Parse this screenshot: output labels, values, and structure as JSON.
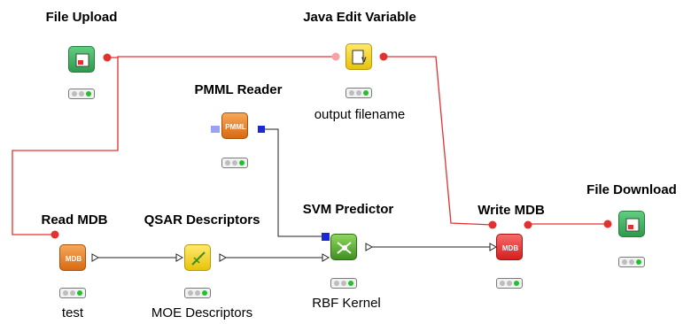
{
  "workflow": {
    "nodes": [
      {
        "id": "file-upload",
        "title": "File Upload",
        "subtitle": "",
        "status": "executed",
        "color": "#3aa85a",
        "icon": "file-upload-icon"
      },
      {
        "id": "java-edit-variable",
        "title": "Java Edit Variable",
        "subtitle": "output filename",
        "status": "executed",
        "color": "#f2d21d",
        "icon": "java-edit-variable-icon"
      },
      {
        "id": "pmml-reader",
        "title": "PMML Reader",
        "subtitle": "",
        "status": "executed",
        "color": "#e9852a",
        "icon": "pmml-reader-icon",
        "icon_text": "PMML"
      },
      {
        "id": "read-mdb",
        "title": "Read MDB",
        "subtitle": "test",
        "status": "executed",
        "color": "#e9852a",
        "icon": "read-mdb-icon",
        "icon_text": "MDB"
      },
      {
        "id": "qsar-descriptors",
        "title": "QSAR Descriptors",
        "subtitle": "MOE Descriptors",
        "status": "executed",
        "color": "#f2d21d",
        "icon": "qsar-descriptors-icon"
      },
      {
        "id": "svm-predictor",
        "title": "SVM Predictor",
        "subtitle": "RBF Kernel",
        "status": "executed",
        "color": "#55a833",
        "icon": "svm-predictor-icon"
      },
      {
        "id": "write-mdb",
        "title": "Write MDB",
        "subtitle": "",
        "status": "executed",
        "color": "#e53030",
        "icon": "write-mdb-icon",
        "icon_text": "MDB"
      },
      {
        "id": "file-download",
        "title": "File Download",
        "subtitle": "",
        "status": "executed",
        "color": "#3aa85a",
        "icon": "file-download-icon"
      }
    ],
    "connections": [
      {
        "from": "file-upload",
        "to": "java-edit-variable",
        "type": "flow-variable",
        "color": "#e53030"
      },
      {
        "from": "file-upload",
        "to": "read-mdb",
        "type": "flow-variable",
        "color": "#e53030"
      },
      {
        "from": "java-edit-variable",
        "to": "write-mdb",
        "type": "flow-variable",
        "color": "#e53030"
      },
      {
        "from": "write-mdb",
        "to": "file-download",
        "type": "flow-variable",
        "color": "#e53030"
      },
      {
        "from": "read-mdb",
        "to": "qsar-descriptors",
        "type": "data",
        "color": "#000000"
      },
      {
        "from": "qsar-descriptors",
        "to": "svm-predictor",
        "type": "data",
        "color": "#000000"
      },
      {
        "from": "pmml-reader",
        "to": "svm-predictor",
        "type": "pmml",
        "color": "#000000"
      },
      {
        "from": "svm-predictor",
        "to": "write-mdb",
        "type": "data",
        "color": "#000000"
      }
    ]
  }
}
